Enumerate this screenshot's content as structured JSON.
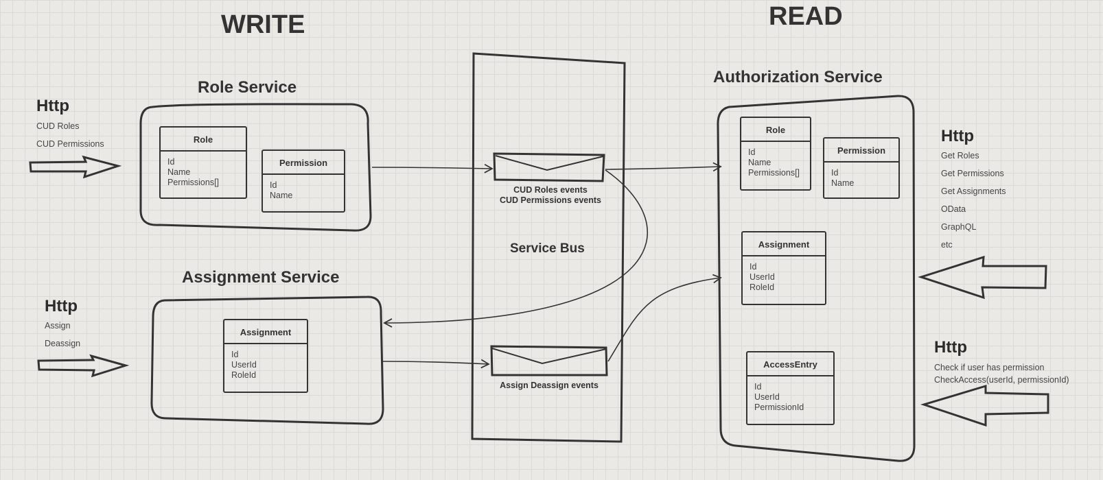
{
  "headings": {
    "write": "WRITE",
    "read": "READ"
  },
  "services": {
    "role": "Role Service",
    "assignment": "Assignment Service",
    "authorization": "Authorization Service",
    "bus": "Service Bus"
  },
  "http_role": {
    "title": "Http",
    "items": [
      "CUD Roles",
      "CUD Permissions"
    ]
  },
  "http_assignment": {
    "title": "Http",
    "items": [
      "Assign",
      "Deassign"
    ]
  },
  "http_read": {
    "title": "Http",
    "items": [
      "Get Roles",
      "Get Permissions",
      "Get Assignments",
      "OData",
      "GraphQL",
      "etc"
    ]
  },
  "http_check": {
    "title": "Http",
    "items": [
      "Check if user has permission",
      "CheckAccess(userId, permissionId)"
    ]
  },
  "role_service": {
    "role": {
      "name": "Role",
      "fields": [
        "Id",
        "Name",
        "Permissions[]"
      ]
    },
    "permission": {
      "name": "Permission",
      "fields": [
        "Id",
        "Name"
      ]
    }
  },
  "assignment_service": {
    "assignment": {
      "name": "Assignment",
      "fields": [
        "Id",
        "UserId",
        "RoleId"
      ]
    }
  },
  "authorization_service": {
    "role": {
      "name": "Role",
      "fields": [
        "Id",
        "Name",
        "Permissions[]"
      ]
    },
    "permission": {
      "name": "Permission",
      "fields": [
        "Id",
        "Name"
      ]
    },
    "assignment": {
      "name": "Assignment",
      "fields": [
        "Id",
        "UserId",
        "RoleId"
      ]
    },
    "access_entry": {
      "name": "AccessEntry",
      "fields": [
        "Id",
        "UserId",
        "PermissionId"
      ]
    }
  },
  "events": {
    "roles_line1": "CUD Roles events",
    "roles_line2": "CUD Permissions events",
    "assign": "Assign Deassign events"
  }
}
